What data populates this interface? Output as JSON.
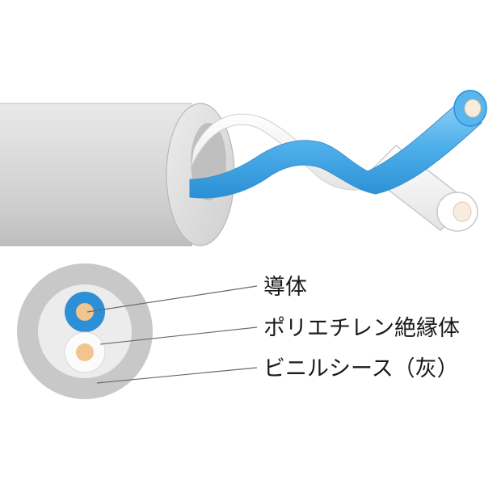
{
  "labels": {
    "conductor": "導体",
    "insulation": "ポリエチレン絶縁体",
    "sheath": "ビニルシース（灰）"
  },
  "colors": {
    "sheath_gray": "#c8c8c8",
    "sheath_light": "#ececec",
    "insulation_blue": "#2d8fd6",
    "insulation_white": "#f6f6f6",
    "conductor_copper": "#f2c48e",
    "background": "#ffffff"
  },
  "icons": {
    "cable_view": "twisted-pair-cable-side-view",
    "cross_section": "cable-cross-section"
  }
}
